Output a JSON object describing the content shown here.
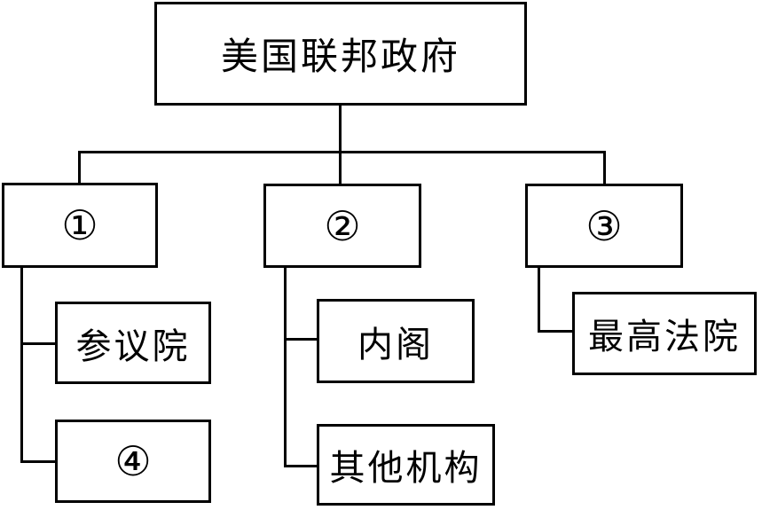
{
  "diagram": {
    "title_box": {
      "label": "美国联邦政府"
    },
    "level2": [
      {
        "label": "①"
      },
      {
        "label": "②"
      },
      {
        "label": "③"
      }
    ],
    "level3": {
      "senate": {
        "label": "参议院"
      },
      "four": {
        "label": "④"
      },
      "cabinet": {
        "label": "内阁"
      },
      "other_agencies": {
        "label": "其他机构"
      },
      "supreme_court": {
        "label": "最高法院"
      }
    },
    "colors": {
      "line": "#000000",
      "box_border": "#000000",
      "background": "#ffffff",
      "text": "#000000"
    }
  }
}
